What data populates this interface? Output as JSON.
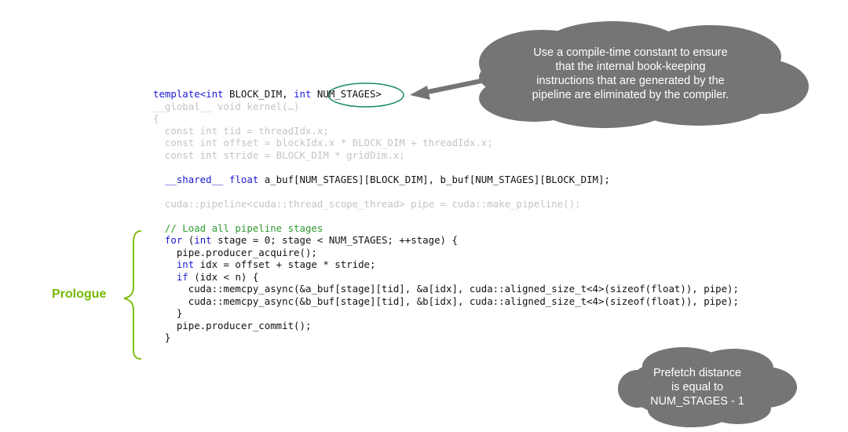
{
  "code": {
    "l01": {
      "t1": "template<int",
      "t2": " BLOCK_DIM, ",
      "t3": "int",
      "t4": " NUM_STAGES>"
    },
    "l02": {
      "t1": "__global__ void kernel(…)"
    },
    "l03": {
      "t1": "{"
    },
    "l04": {
      "t1": "  const int tid = threadIdx.x;"
    },
    "l05": {
      "t1": "  const int offset = blockIdx.x * BLOCK_DIM + threadIdx.x;"
    },
    "l06": {
      "t1": "  const int stride = BLOCK_DIM * gridDim.x;"
    },
    "l08": {
      "t1": "  __shared__ ",
      "t2": "float",
      "t3": " a_buf[NUM_STAGES][BLOCK_DIM], b_buf[NUM_STAGES][BLOCK_DIM];"
    },
    "l10": {
      "t1": "  cuda::pipeline<cuda::thread_scope_thread> pipe = cuda::make_pipeline();"
    },
    "l12": {
      "t1": "  // Load all pipeline stages"
    },
    "l13": {
      "t1": "  for",
      "t2": " (",
      "t3": "int",
      "t4": " stage = 0; stage < NUM_STAGES; ++stage) {"
    },
    "l14": {
      "t1": "    pipe.producer_acquire();"
    },
    "l15": {
      "t1": "    int",
      "t2": " idx = offset + stage * stride;"
    },
    "l16": {
      "t1": "    if",
      "t2": " (idx < n) {"
    },
    "l17": {
      "t1": "      cuda::memcpy_async(&a_buf[stage][tid], &a[idx], cuda::aligned_size_t<4>(sizeof(float)), pipe);"
    },
    "l18": {
      "t1": "      cuda::memcpy_async(&b_buf[stage][tid], &b[idx], cuda::aligned_size_t<4>(sizeof(float)), pipe);"
    },
    "l19": {
      "t1": "    }"
    },
    "l20": {
      "t1": "    pipe.producer_commit();"
    },
    "l21": {
      "t1": "  }"
    }
  },
  "labels": {
    "prologue": "Prologue"
  },
  "callouts": {
    "compile_time": {
      "line1": "Use a compile-time constant to ensure",
      "line2": "that the internal book-keeping",
      "line3": "instructions that are generated by the",
      "line4": "pipeline are eliminated by the compiler."
    },
    "prefetch": {
      "line1": "Prefetch distance",
      "line2": "is equal to",
      "line3": "NUM_STAGES - 1"
    }
  },
  "colors": {
    "keyword": "#1a1ad4",
    "comment": "#2e9a2e",
    "dimmed": "#c4c4c4",
    "accent_green": "#76b900",
    "cloud": "#757575"
  }
}
